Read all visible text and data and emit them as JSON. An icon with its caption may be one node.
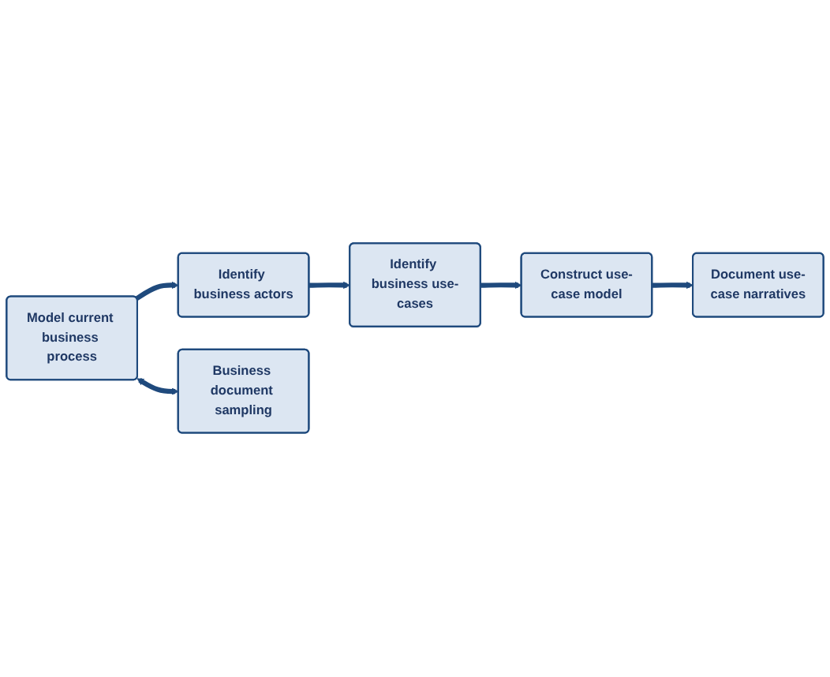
{
  "diagram": {
    "nodes": [
      {
        "text": [
          "Model current business process"
        ]
      },
      {
        "text": [
          "Identify business actors"
        ]
      },
      {
        "text": [
          "Identify business use-cases"
        ]
      },
      {
        "text": [
          "Construct use-case model"
        ]
      },
      {
        "text": [
          "Document use-case narratives"
        ]
      },
      {
        "text": [
          "Business document sampling"
        ]
      }
    ],
    "edges": [
      {
        "from": 0,
        "to": 1,
        "arrow": "to"
      },
      {
        "from": 1,
        "to": 2,
        "arrow": "to"
      },
      {
        "from": 2,
        "to": 3,
        "arrow": "to"
      },
      {
        "from": 3,
        "to": 4,
        "arrow": "to"
      },
      {
        "from": 0,
        "to": 5,
        "arrow": "both"
      }
    ]
  }
}
